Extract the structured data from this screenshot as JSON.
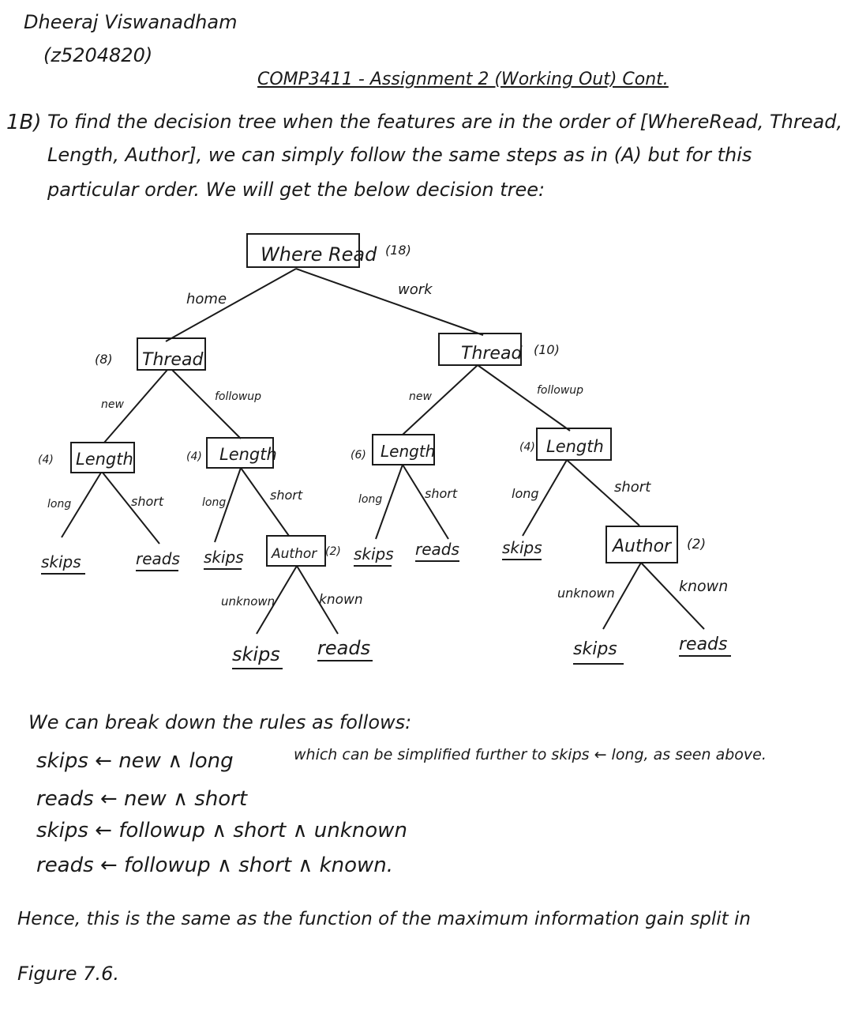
{
  "header": {
    "name": "Dheeraj Viswanadham",
    "student_id": "(z5204820)"
  },
  "title": "COMP3411 - Assignment 2 (Working Out) Cont.",
  "intro": {
    "label": "1B)",
    "lines": [
      "To find the decision tree when the features are in the order of [WhereRead, Thread,",
      "Length, Author], we can simply follow the same steps as in (A) but for this",
      "particular order. We will get the below decision tree:"
    ]
  },
  "tree": {
    "root": {
      "label": "Where Read",
      "count": "(18)"
    },
    "edges": {
      "home": "home",
      "work": "work",
      "new": "new",
      "followup": "followup",
      "long": "long",
      "short": "short",
      "unknown": "unknown",
      "known": "known"
    },
    "thread_left": {
      "label": "Thread",
      "count": "(8)"
    },
    "thread_right": {
      "label": "Thread",
      "count": "(10)"
    },
    "length_1": {
      "label": "Length",
      "count": "(4)"
    },
    "length_2": {
      "label": "Length",
      "count": "(4)"
    },
    "length_3": {
      "label": "Length",
      "count": "(6)"
    },
    "length_4": {
      "label": "Length",
      "count": "(4)"
    },
    "author_left": {
      "label": "Author",
      "count": "(2)"
    },
    "author_right": {
      "label": "Author",
      "count": "(2)"
    },
    "leaves": {
      "skips": "skips",
      "reads": "reads"
    }
  },
  "rules": {
    "intro": "We can break down the rules as follows:",
    "r1_head": "skips ← new ∧ long",
    "r1_note": "which can be simplified further to skips ← long, as seen above.",
    "r2": "reads ← new ∧ short",
    "r3": "skips ← followup ∧ short ∧ unknown",
    "r4": "reads ← followup ∧ short ∧ known."
  },
  "conclusion": {
    "line1": "Hence, this is the same as the function of the maximum information gain split in",
    "line2": "Figure 7.6."
  }
}
